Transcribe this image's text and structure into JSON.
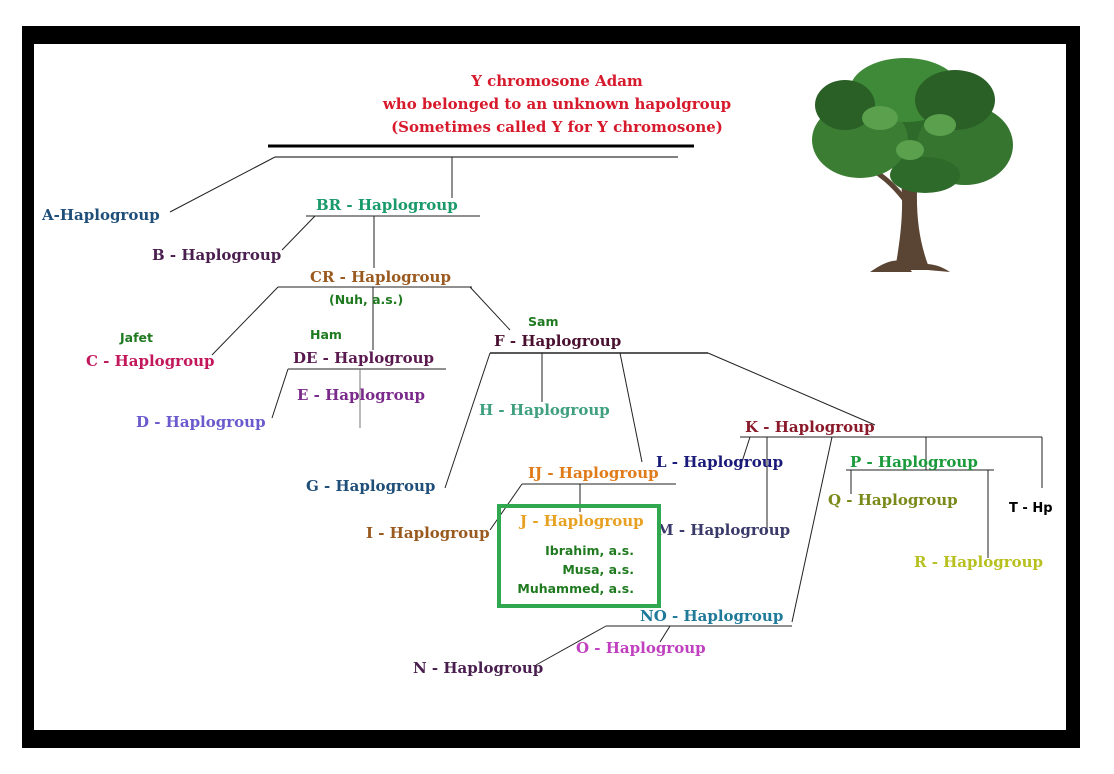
{
  "title": {
    "line1": "Y chromosone Adam",
    "line2": "who belonged to an unknown hapolgroup",
    "line3": "(Sometimes called Y for Y chromosone)"
  },
  "nodes": {
    "A": "A-Haplogroup",
    "BR": "BR - Haplogroup",
    "B": "B - Haplogroup",
    "CR": "CR - Haplogroup",
    "C": "C - Haplogroup",
    "DE": "DE - Haplogroup",
    "D": "D - Haplogroup",
    "E": "E - Haplogroup",
    "F": "F - Haplogroup",
    "H": "H - Haplogroup",
    "G": "G - Haplogroup",
    "IJ": "IJ - Haplogroup",
    "I": "I - Haplogroup",
    "J": "J - Haplogroup",
    "K": "K - Haplogroup",
    "L": "L - Haplogroup",
    "M": "M - Haplogroup",
    "P": "P - Haplogroup",
    "Q": "Q - Haplogroup",
    "R": "R - Haplogroup",
    "T": "T - Hp",
    "NO": "NO - Haplogroup",
    "O": "O - Haplogroup",
    "N": "N - Haplogroup"
  },
  "annotations": {
    "nuh": "(Nuh, a.s.)",
    "jafet": "Jafet",
    "ham": "Ham",
    "sam": "Sam",
    "ibrahim": "Ibrahim, a.s.",
    "musa": "Musa, a.s.",
    "muhammed": "Muhammed, a.s."
  },
  "colors": {
    "title": "#d7192c",
    "A": "#1f4e79",
    "BR": "#1a9a6a",
    "B": "#4a1f4f",
    "CR": "#9a5a1f",
    "C": "#c2185b",
    "DE": "#5a1a4f",
    "D": "#6a5acd",
    "E": "#7a2a8a",
    "F": "#4a1030",
    "H": "#3f9f7f",
    "G": "#1f4e79",
    "IJ": "#e07b1a",
    "I": "#9a5a1f",
    "J": "#e8a020",
    "K": "#8a1a2a",
    "L": "#1a1a7a",
    "M": "#3a3a6a",
    "P": "#1a9a3a",
    "Q": "#7a8a1a",
    "R": "#b8c020",
    "T": "#000000",
    "NO": "#1f7a9a",
    "O": "#c040c0",
    "N": "#4a1f4f",
    "annotation": "#1f7a1f",
    "highlight": "#2fa84f"
  }
}
